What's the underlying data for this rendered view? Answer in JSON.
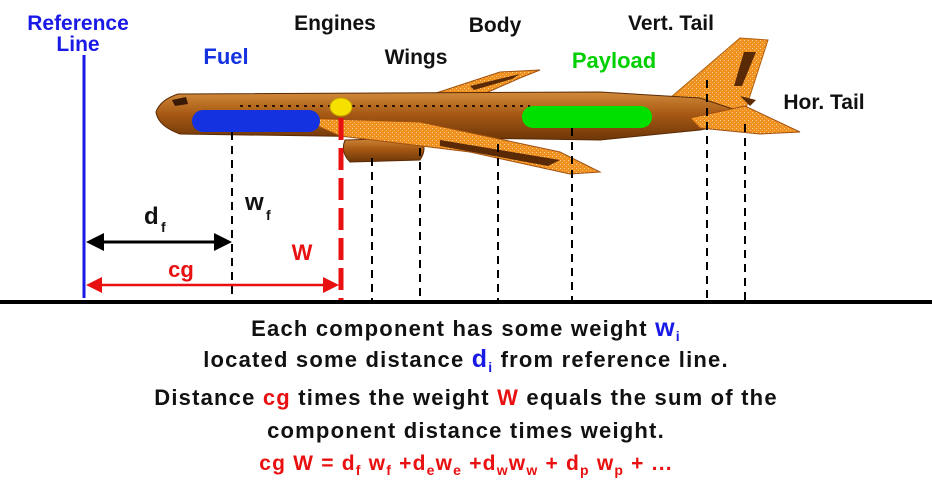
{
  "labels": {
    "reference_line_1": "Reference",
    "reference_line_2": "Line",
    "fuel": "Fuel",
    "engines": "Engines",
    "wings": "Wings",
    "body": "Body",
    "payload": "Payload",
    "vert_tail": "Vert. Tail",
    "hor_tail": "Hor. Tail",
    "d": "d",
    "d_sub": "f",
    "w": "w",
    "w_sub": "f",
    "cg": "cg",
    "W": "W"
  },
  "text": {
    "line1_a": "Each component has some weight ",
    "line1_var": "w",
    "line1_sub": "i",
    "line2_a": "located some distance ",
    "line2_var": "d",
    "line2_sub": "i",
    "line2_b": " from reference line.",
    "line3_a": "Distance ",
    "line3_cg": "cg",
    "line3_b": " times the weight ",
    "line3_W": "W",
    "line3_c": " equals the sum of the",
    "line4": "component distance times weight.",
    "eq_lhs": "cg  W",
    "eq_eq": "  =  ",
    "t1_d": "d",
    "t1_ds": "f",
    "t1_w": " w",
    "t1_ws": "f",
    "t2_pre": " +",
    "t2_d": "d",
    "t2_ds": "e",
    "t2_w": "w",
    "t2_ws": "e",
    "t3_pre": "  +",
    "t3_d": "d",
    "t3_ds": "w",
    "t3_w": "w",
    "t3_ws": "w",
    "t4_pre": "   +  ",
    "t4_d": "d",
    "t4_ds": "p",
    "t4_w": " w",
    "t4_ws": "p",
    "eq_tail": " +   ..."
  },
  "colors": {
    "reference": "#1a1ae6",
    "fuel": "#1432e0",
    "payload": "#00e000",
    "cg": "#e81010",
    "fuselage": "#a85a14",
    "wing": "#f09020",
    "cg_dot": "#f5e000",
    "text": "#111111"
  }
}
